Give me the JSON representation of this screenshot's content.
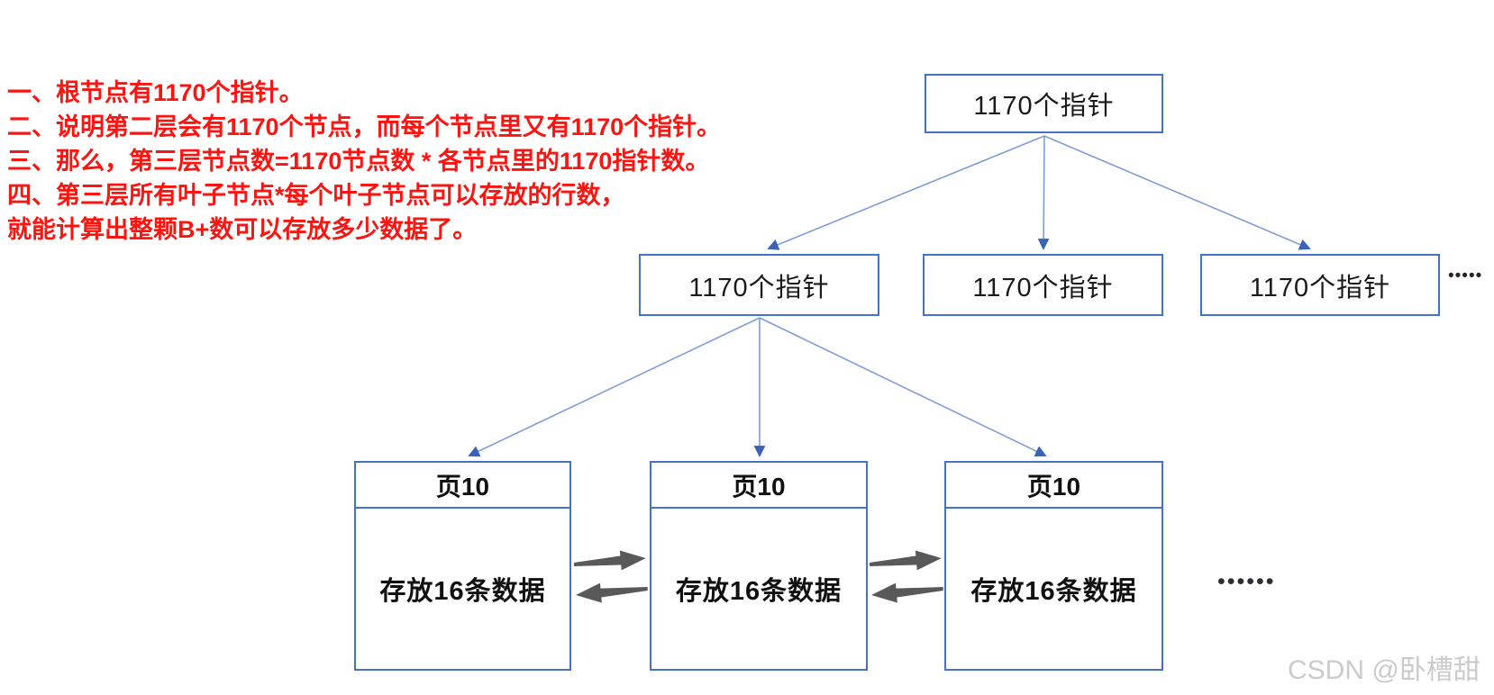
{
  "annotation": {
    "lines": [
      "一、根节点有1170个指针。",
      "二、说明第二层会有1170个节点，而每个节点里又有1170个指针。",
      "三、那么，第三层节点数=1170节点数 * 各节点里的1170指针数。",
      "四、第三层所有叶子节点*每个叶子节点可以存放的行数，",
      "就能计算出整颗B+数可以存放多少数据了。"
    ]
  },
  "tree": {
    "root": {
      "label": "1170个指针"
    },
    "level2": [
      {
        "label": "1170个指针"
      },
      {
        "label": "1170个指针"
      },
      {
        "label": "1170个指针"
      }
    ],
    "level2_ellipsis": "•••••",
    "leaves": [
      {
        "header": "页10",
        "body": "存放16条数据"
      },
      {
        "header": "页10",
        "body": "存放16条数据"
      },
      {
        "header": "页10",
        "body": "存放16条数据"
      }
    ],
    "leaf_ellipsis": "••••••"
  },
  "watermark": "CSDN @卧槽甜",
  "colors": {
    "annotation_text": "#fb1410",
    "box_border": "#4472c4",
    "connector_line": "#7f9ed9",
    "connector_arrowhead": "#3a62b5",
    "leaf_link_arrow": "#595959",
    "watermark_text": "#cbcbcb"
  }
}
